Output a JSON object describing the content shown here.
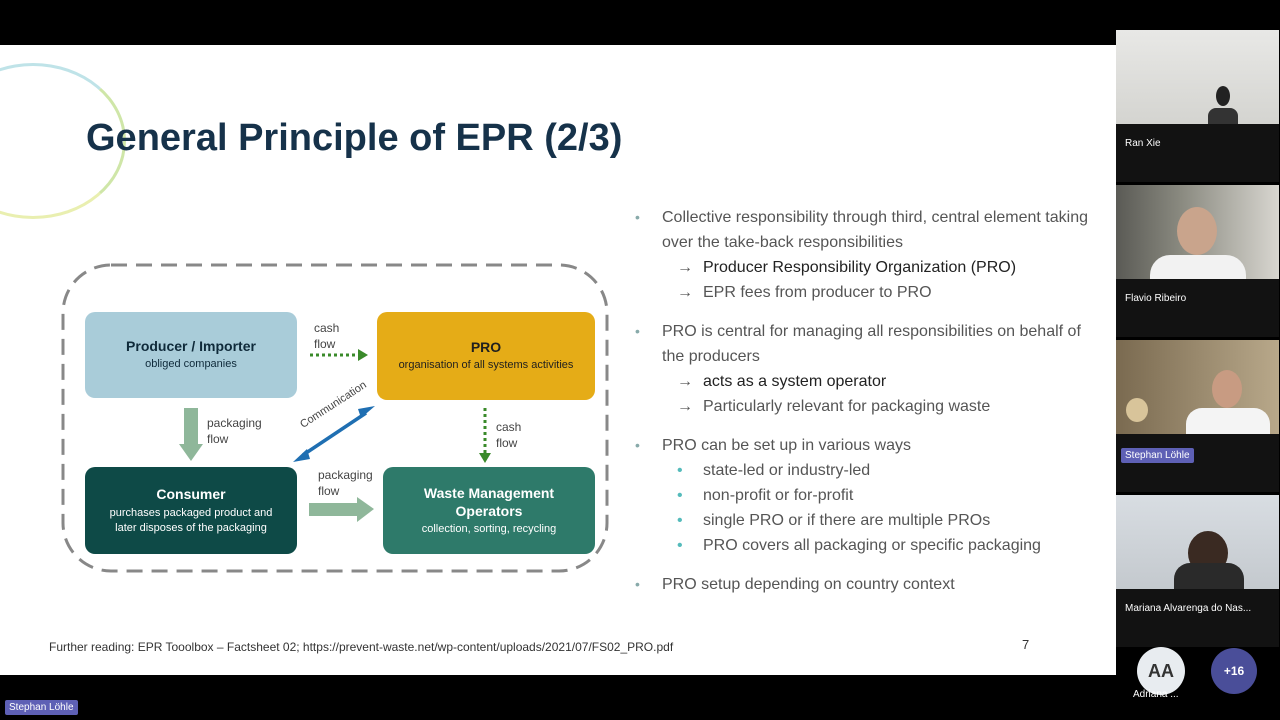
{
  "slide": {
    "title": "General Principle of EPR (2/3)",
    "footer": "Further reading: EPR Tooolbox – Factsheet 02; https://prevent-waste.net/wp-content/uploads/2021/07/FS02_PRO.pdf",
    "page_number": "7"
  },
  "diagram": {
    "producer": {
      "title": "Producer / Importer",
      "sub": "obliged companies"
    },
    "pro": {
      "title": "PRO",
      "sub": "organisation of all systems activities"
    },
    "consumer": {
      "title": "Consumer",
      "sub1": "purchases packaged product and",
      "sub2": "later disposes of the packaging"
    },
    "waste": {
      "title1": "Waste Management",
      "title2": "Operators",
      "sub": "collection, sorting, recycling"
    },
    "flows": {
      "cash1a": "cash",
      "cash1b": "flow",
      "pack1a": "packaging",
      "pack1b": "flow",
      "communication": "Communication",
      "cash2a": "cash",
      "cash2b": "flow",
      "pack2a": "packaging",
      "pack2b": "flow"
    }
  },
  "bullets": [
    {
      "text": "Collective responsibility through third, central element taking over the take-back responsibilities",
      "subs": [
        "Producer Responsibility Organization (PRO)",
        "EPR fees from producer to PRO"
      ]
    },
    {
      "text": "PRO is central for managing all responsibilities on behalf of the producers",
      "subs": [
        "acts as a system operator",
        "Particularly relevant for packaging waste"
      ]
    },
    {
      "text": "PRO can be set up in various ways",
      "subs": [
        "state-led or industry-led",
        "non-profit or for-profit",
        "single PRO or if there are multiple PROs",
        "PRO covers all packaging or specific packaging"
      ]
    },
    {
      "text": "PRO setup depending on country context",
      "subs": []
    }
  ],
  "participants": [
    {
      "name": "Ran Xie"
    },
    {
      "name": "Flavio Ribeiro"
    },
    {
      "name": "Stephan Löhle"
    },
    {
      "name": "Mariana Alvarenga do Nas..."
    }
  ],
  "bottom_avatar": {
    "initials": "AA",
    "name": "Adriana ..."
  },
  "more_count": "+16",
  "presenter_label": "Stephan Löhle"
}
